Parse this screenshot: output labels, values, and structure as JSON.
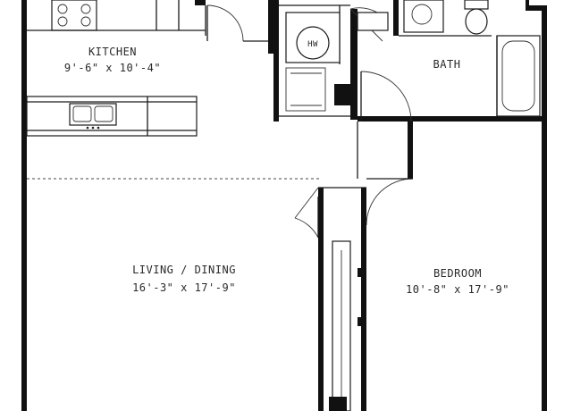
{
  "rooms": {
    "kitchen": {
      "name": "KITCHEN",
      "dimensions": "9'-6\" x 10'-4\""
    },
    "bath": {
      "name": "BATH"
    },
    "living_dining": {
      "name": "LIVING / DINING",
      "dimensions": "16'-3\" x 17'-9\""
    },
    "bedroom": {
      "name": "BEDROOM",
      "dimensions": "10'-8\" x 17'-9\""
    }
  },
  "fixtures": {
    "water_heater": {
      "label": "HW"
    }
  },
  "colors": {
    "walls": "#111111",
    "background": "#ffffff"
  }
}
